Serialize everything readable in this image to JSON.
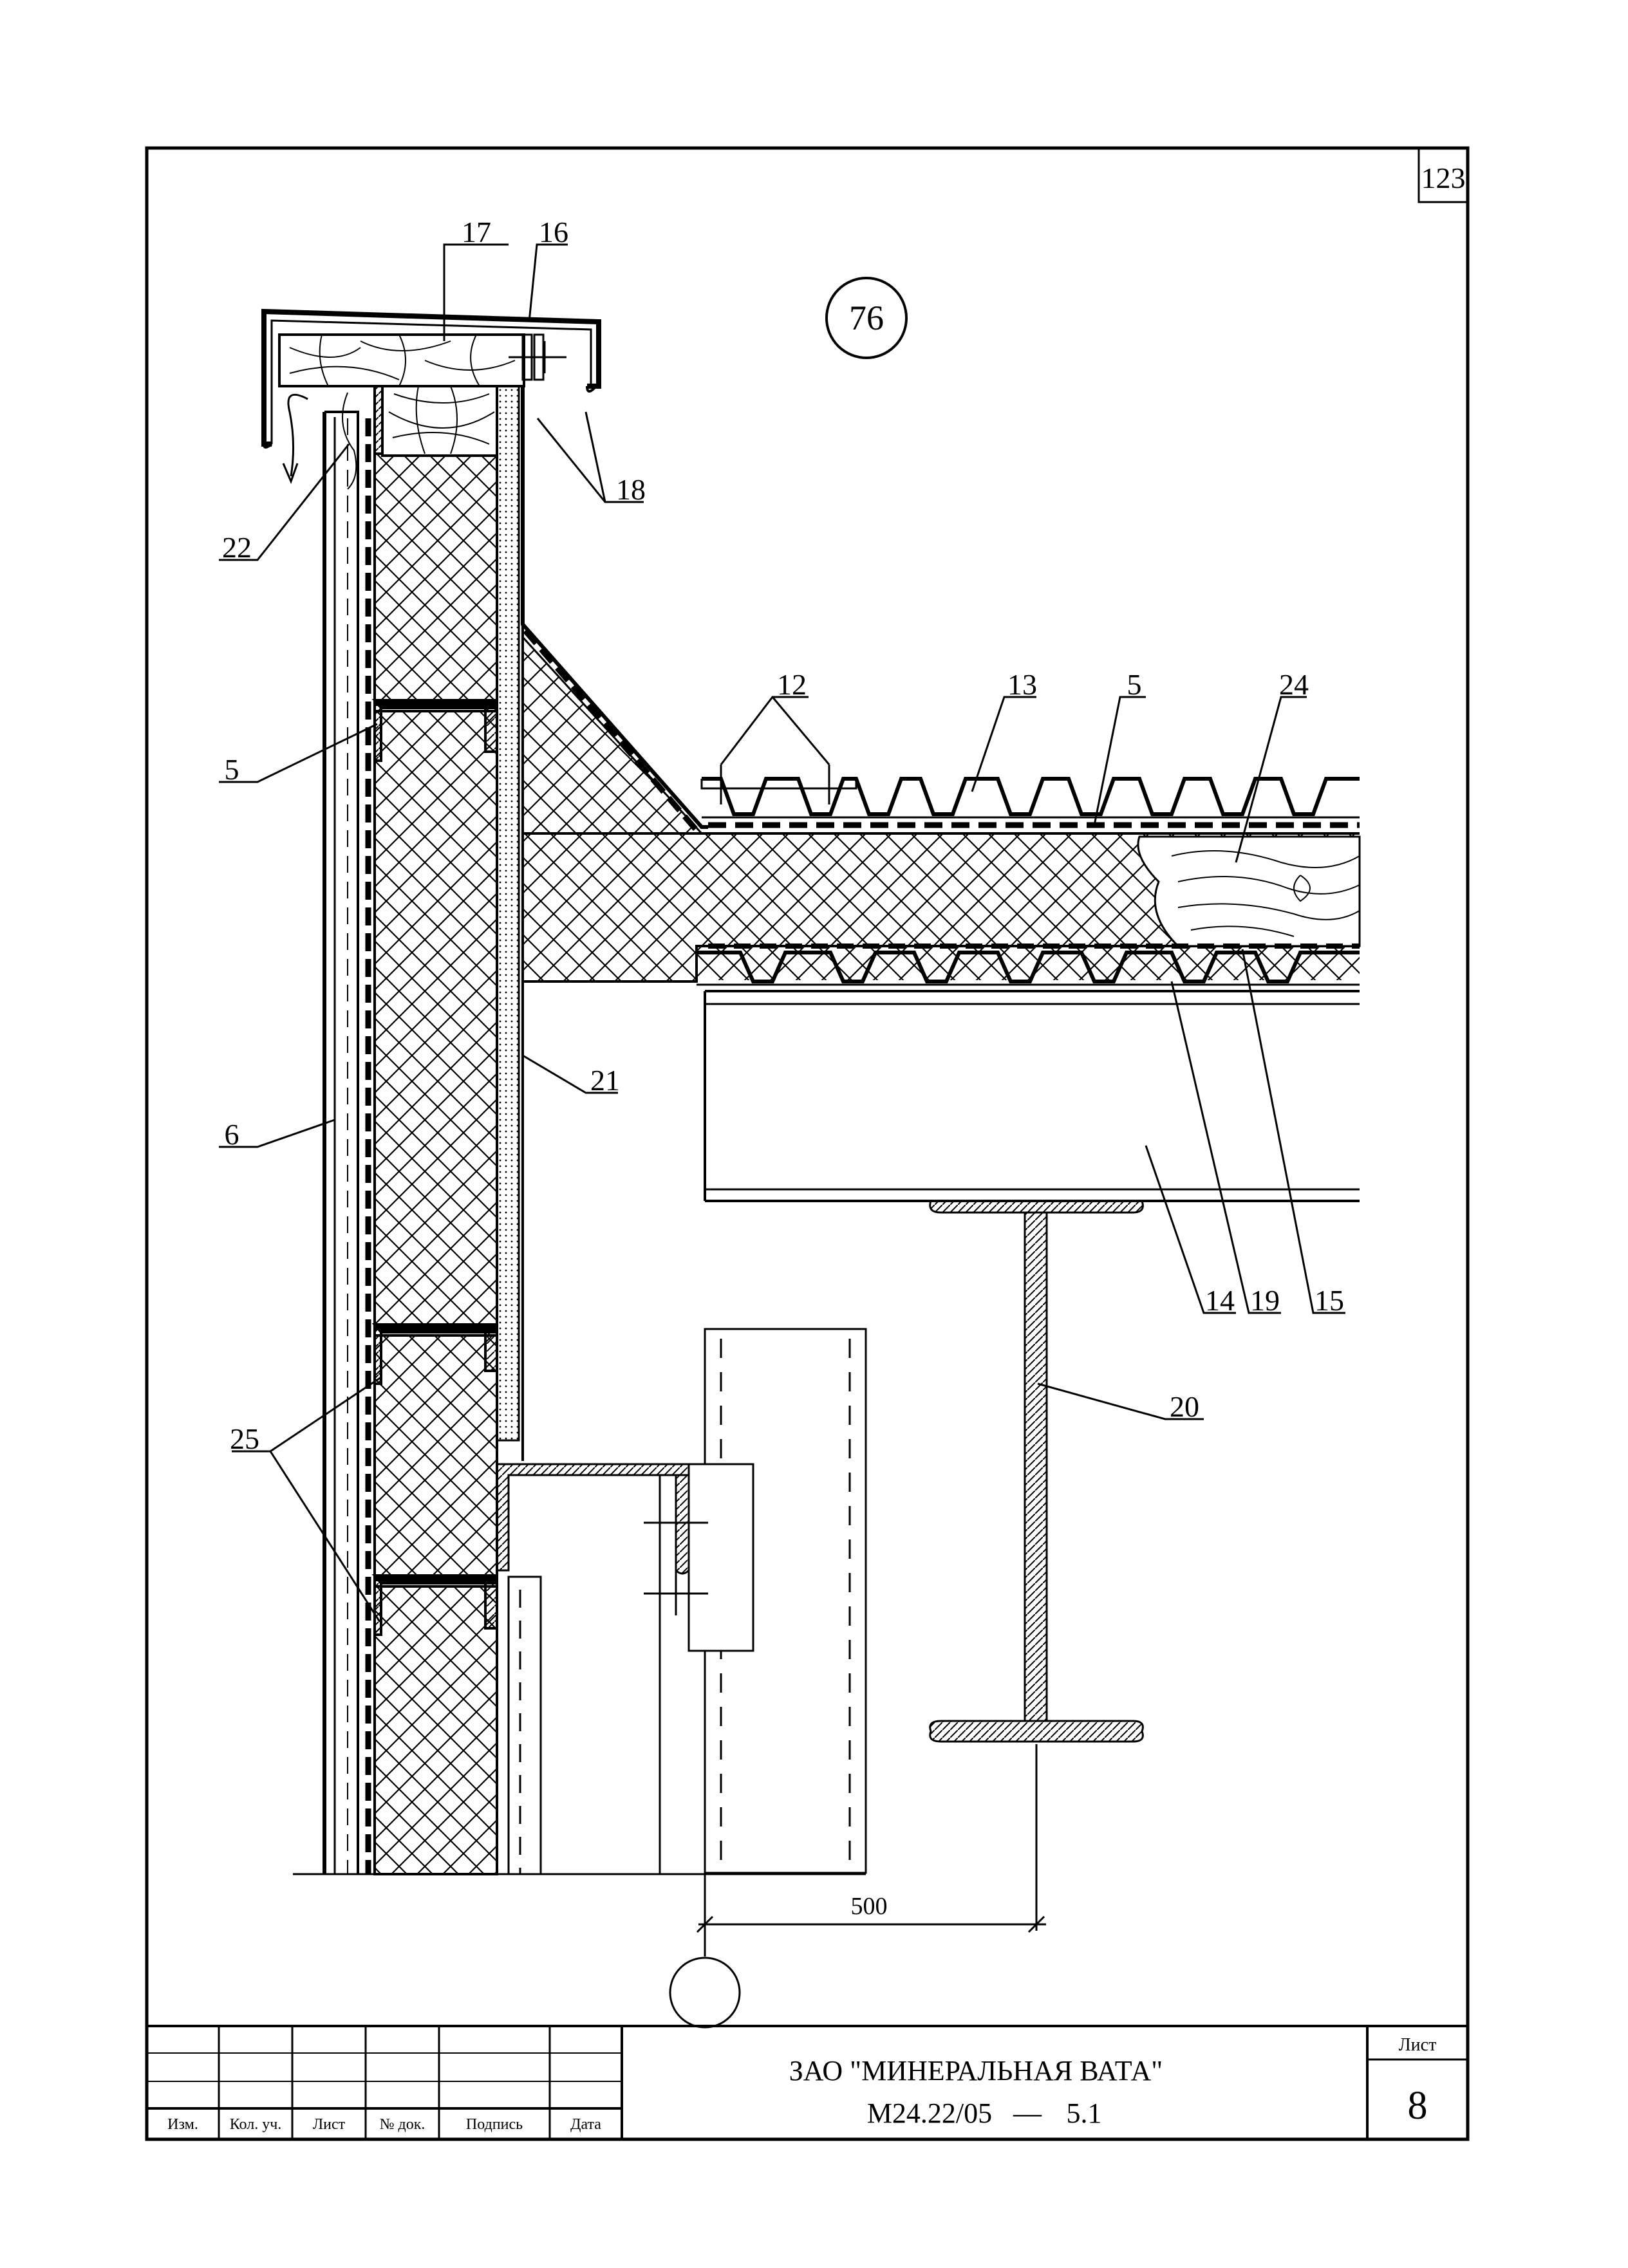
{
  "page_number": "123",
  "detail_number": "76",
  "callouts": {
    "c17": "17",
    "c16": "16",
    "c18": "18",
    "c22": "22",
    "c5_wall": "5",
    "c12": "12",
    "c13": "13",
    "c5_roof": "5",
    "c24": "24",
    "c21": "21",
    "c6": "6",
    "c14": "14",
    "c19": "19",
    "c15": "15",
    "c20": "20",
    "c25": "25"
  },
  "dimension": "500",
  "title_block": {
    "columns": [
      "Изм.",
      "Кол. уч.",
      "Лист",
      "№ док.",
      "Подпись",
      "Дата"
    ],
    "company": "ЗАО \"МИНЕРАЛЬНАЯ ВАТА\"",
    "code": "М24.22/05",
    "dash": "—",
    "section": "5.1",
    "sheet_label": "Лист",
    "sheet_number": "8"
  }
}
